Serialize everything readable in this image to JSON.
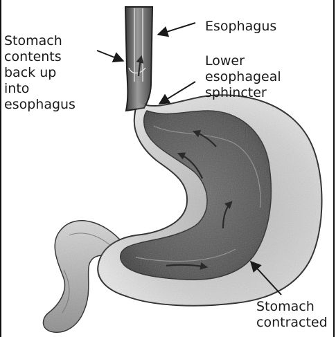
{
  "labels": {
    "esophagus": "Esophagus",
    "backup": "Stomach\ncontents\nback up\ninto\nesophagus",
    "les": "Lower\nesophageal\nsphincter",
    "stomach_contracted": "Stomach\ncontracted"
  },
  "colors": {
    "ink": "#1a1a1a",
    "tissue_dark": "#5a5a5a",
    "tissue_mid": "#8f8f8f",
    "tissue_light": "#c8c8c8",
    "lumen": "#e6e6e6",
    "background": "#ffffff"
  },
  "icons": {
    "arrows": "arrow-icon",
    "flow_arrows": "flow-arrow-icon"
  }
}
